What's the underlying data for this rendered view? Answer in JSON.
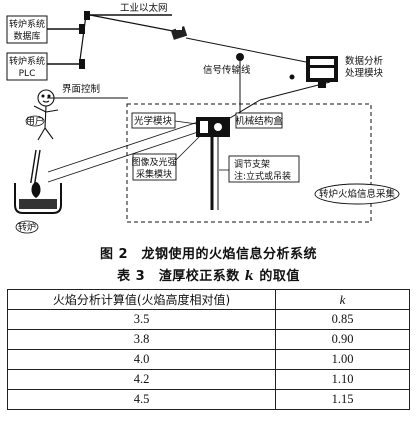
{
  "diagram": {
    "labels": {
      "ethernet": "工业以太网",
      "db_line1": "转炉系统",
      "db_line2": "数据库",
      "plc_line1": "转炉系统",
      "plc_line2": "PLC",
      "ui_control": "界面控制",
      "user": "用户",
      "signal_cable": "信号传输线",
      "dp_line1": "数据分析",
      "dp_line2": "处理模块",
      "optical": "光学模块",
      "mechanical": "机械结构盒",
      "acq_line1": "图像及光强",
      "acq_line2": "采集模块",
      "bracket_line1": "调节支架",
      "bracket_line2": "注:立式或吊装",
      "furnace": "转炉",
      "system": "转炉火焰信息采集"
    }
  },
  "figure_caption": "图 2　龙钢使用的火焰信息分析系统",
  "table_caption": {
    "prefix": "表 3　渣厚校正系数",
    "variable": "k",
    "suffix": "的取值"
  },
  "table": {
    "headers": [
      "火焰分析计算值(火焰高度相对值)",
      "k"
    ],
    "rows": [
      [
        "3.5",
        "0.85"
      ],
      [
        "3.8",
        "0.90"
      ],
      [
        "4.0",
        "1.00"
      ],
      [
        "4.2",
        "1.10"
      ],
      [
        "4.5",
        "1.15"
      ]
    ]
  }
}
